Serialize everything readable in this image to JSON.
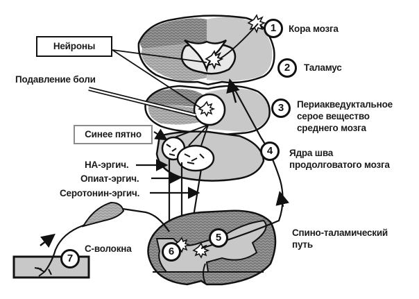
{
  "callouts": {
    "neurons": "Нейроны",
    "pain_suppression": "Подавление боли",
    "locus_coeruleus": "Синее пятно",
    "na_ergic": "НА-эргич.",
    "opiate_ergic": "Опиат-эргич.",
    "serotonin_ergic": "Серотонин-эргич.",
    "c_fibers": "С-волокна"
  },
  "numbered_labels": [
    {
      "number": "1",
      "text": "Кора мозга"
    },
    {
      "number": "2",
      "text": "Таламус"
    },
    {
      "number": "3",
      "line1": "Периакведуктальное",
      "line2": "серое вещество",
      "line3": "среднего мозга"
    },
    {
      "number": "4",
      "line1": "Ядра шва",
      "line2": "продолговатого мозга"
    },
    {
      "number": "5"
    },
    {
      "number": "6"
    },
    {
      "number": "7"
    }
  ],
  "spinothalamic": {
    "line1": "Спино-таламический",
    "line2": "путь"
  },
  "colors": {
    "outline": "#111111",
    "light_grey": "#c8c8c8",
    "dark_grey": "#6e6e6e",
    "mid_grey": "#9a9a9a"
  }
}
